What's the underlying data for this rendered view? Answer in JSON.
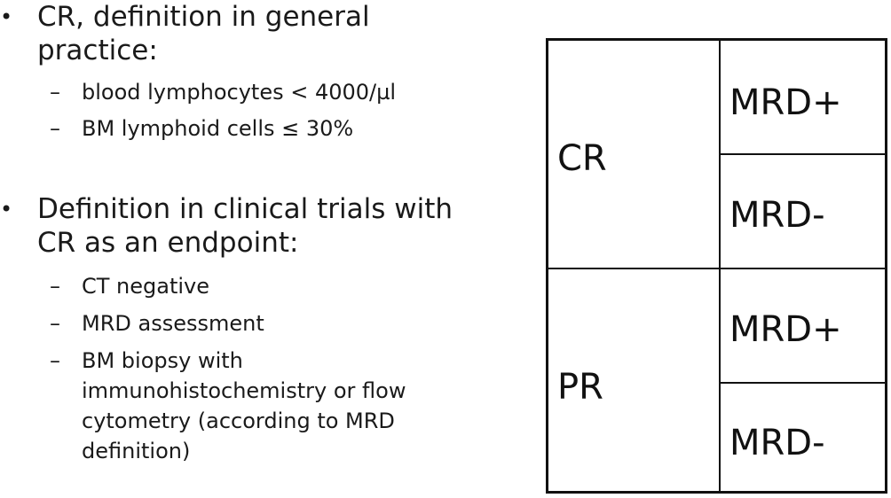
{
  "left": {
    "bullet1": "CR, definition in general practice:",
    "bullet1_subs": [
      "blood lymphocytes < 4000/µl",
      "BM lymphoid cells ≤ 30%"
    ],
    "bullet2": "Definition in clinical trials with CR as an endpoint:",
    "bullet2_subs": [
      "CT negative",
      "MRD assessment",
      "BM biopsy with immunohistochemistry or flow cytometry (according to MRD definition)"
    ],
    "bullet_glyph": "•",
    "sub_glyph": "–"
  },
  "table": {
    "cr": "CR",
    "pr": "PR",
    "cr_top": "MRD+",
    "cr_bottom": "MRD-",
    "pr_top": "MRD+",
    "pr_bottom": "MRD-"
  }
}
